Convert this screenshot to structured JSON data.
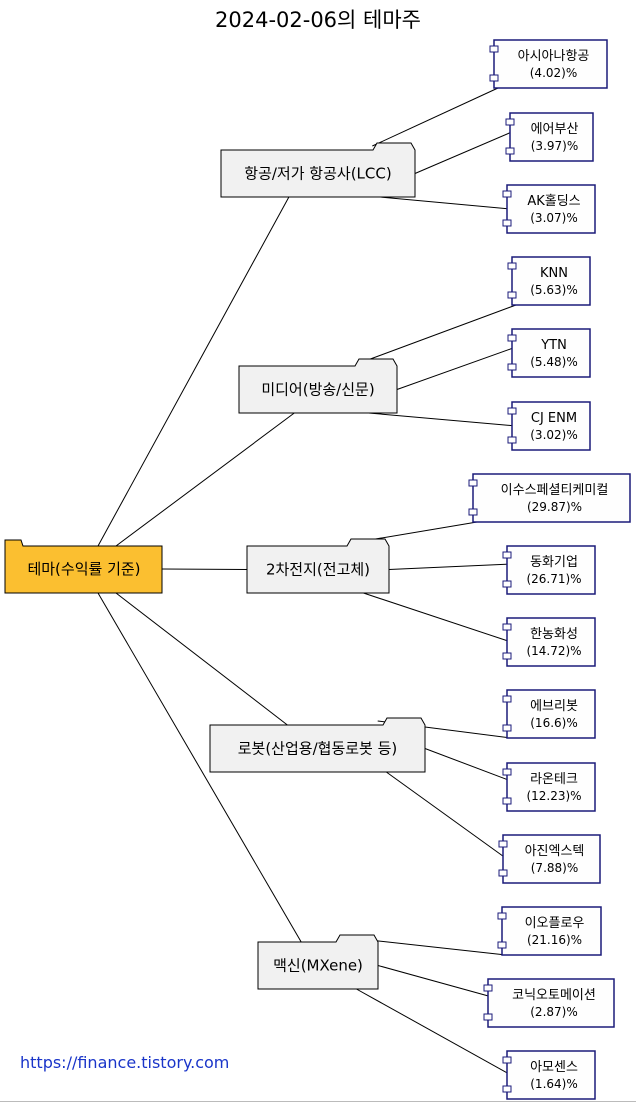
{
  "title": "2024-02-06의 테마주",
  "root": {
    "label": "테마(수익률 기준)",
    "color": "#fbbf30"
  },
  "themes": [
    {
      "label": "항공/저가 항공사(LCC)",
      "stocks": [
        {
          "name": "아시아나항공",
          "pct": "(4.02)%"
        },
        {
          "name": "에어부산",
          "pct": "(3.97)%"
        },
        {
          "name": "AK홀딩스",
          "pct": "(3.07)%"
        }
      ]
    },
    {
      "label": "미디어(방송/신문)",
      "stocks": [
        {
          "name": "KNN",
          "pct": "(5.63)%"
        },
        {
          "name": "YTN",
          "pct": "(5.48)%"
        },
        {
          "name": "CJ ENM",
          "pct": "(3.02)%"
        }
      ]
    },
    {
      "label": "2차전지(전고체)",
      "stocks": [
        {
          "name": "이수스페셜티케미컬",
          "pct": "(29.87)%"
        },
        {
          "name": "동화기업",
          "pct": "(26.71)%"
        },
        {
          "name": "한농화성",
          "pct": "(14.72)%"
        }
      ]
    },
    {
      "label": "로봇(산업용/협동로봇 등)",
      "stocks": [
        {
          "name": "에브리봇",
          "pct": "(16.6)%"
        },
        {
          "name": "라온테크",
          "pct": "(12.23)%"
        },
        {
          "name": "아진엑스텍",
          "pct": "(7.88)%"
        }
      ]
    },
    {
      "label": "맥신(MXene)",
      "stocks": [
        {
          "name": "이오플로우",
          "pct": "(21.16)%"
        },
        {
          "name": "코닉오토메이션",
          "pct": "(2.87)%"
        },
        {
          "name": "아모센스",
          "pct": "(1.64)%"
        }
      ]
    }
  ],
  "footer_link": "https://finance.tistory.com"
}
